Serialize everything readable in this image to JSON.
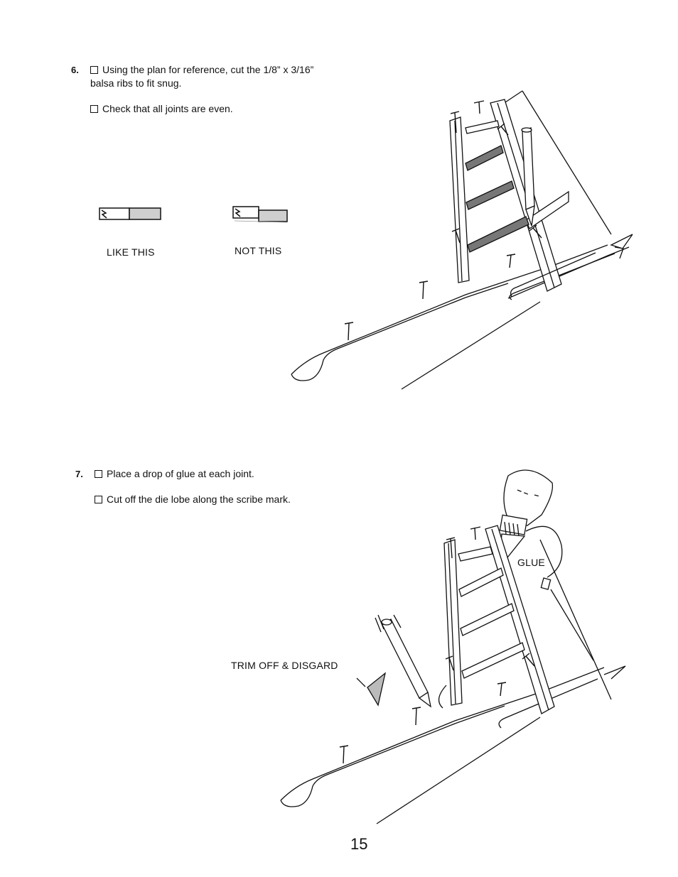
{
  "step6": {
    "number": "6.",
    "line1": "Using the plan for reference, cut the 1/8” x 3/16”",
    "line2": "balsa ribs to fit snug.",
    "check": "Check that all joints are even.",
    "like_label": "LIKE THIS",
    "not_label": "NOT THIS"
  },
  "step7": {
    "number": "7.",
    "line1": "Place a drop of  glue at each joint.",
    "line2": "Cut off the die lobe along the scribe mark.",
    "trim_label": "TRIM OFF &  DISGARD",
    "glue_label": "GLUE"
  },
  "page_number": "15"
}
